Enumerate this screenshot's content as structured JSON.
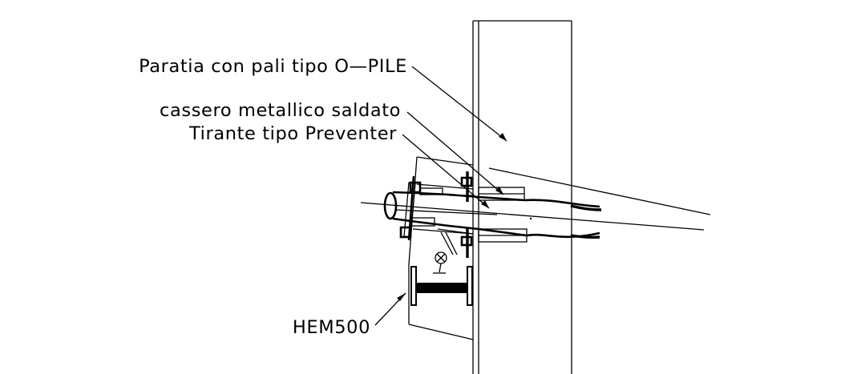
{
  "labels": {
    "wall": "Paratia con pali tipo O—PILE",
    "formwork": "cassero metallico saldato",
    "tieback": "Tirante tipo Preventer",
    "beam": "HEM500"
  },
  "colors": {
    "line": "#000000",
    "background": "#ffffff"
  }
}
